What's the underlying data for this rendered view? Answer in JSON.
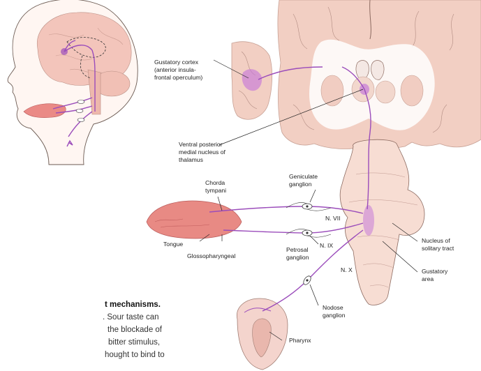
{
  "labels": {
    "gustatory_cortex_1": "Gustatory cortex",
    "gustatory_cortex_2": "(anterior insula-",
    "gustatory_cortex_3": "frontal operculum)",
    "vpm_1": "Ventral posterior",
    "vpm_2": "medial nucleus of",
    "vpm_3": "thalamus",
    "chorda_1": "Chorda",
    "chorda_2": "tympani",
    "geniculate_1": "Geniculate",
    "geniculate_2": "ganglion",
    "n7": "N. VII",
    "tongue": "Tongue",
    "n9": "N. IX",
    "petrosal_1": "Petrosal",
    "petrosal_2": "ganglion",
    "glosso": "Glossopharyngeal",
    "n10": "N. X",
    "nodose_1": "Nodose",
    "nodose_2": "ganglion",
    "nucleus_1": "Nucleus of",
    "nucleus_2": "solitary tract",
    "gustatory_area_1": "Gustatory",
    "gustatory_area_2": "area",
    "pharynx": "Pharynx"
  },
  "body_text": {
    "line1": "t mechanisms.",
    "line2": ". Sour taste can",
    "line3": "the blockade of",
    "line4": "bitter stimulus,",
    "line5": "hought to bind to"
  },
  "colors": {
    "nerve": "#9b4dbb",
    "tissue": "#f3c9c2",
    "tongue": "#e88a84",
    "brainstem": "#f7ddd3"
  }
}
